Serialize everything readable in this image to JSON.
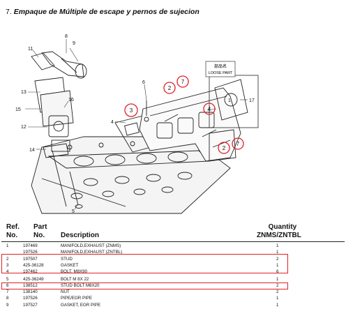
{
  "page": {
    "section_number": "7.",
    "section_title": "Empaque de Múltiple de escape y pernos de sujecion"
  },
  "diagram": {
    "callout_labels": [
      "1",
      "2",
      "3",
      "4",
      "5",
      "6",
      "7",
      "8",
      "9",
      "11",
      "12",
      "13",
      "14",
      "15",
      "16",
      "17"
    ],
    "circled_callouts": [
      "2",
      "7",
      "3",
      "4",
      "2",
      "7"
    ],
    "inset_label_line1": "部品名",
    "inset_label_line2": "LOOSE PART"
  },
  "table": {
    "headers": {
      "ref_line1": "Ref.",
      "ref_line2": "No.",
      "part_line1": "Part",
      "part_line2": "No.",
      "description": "Description",
      "qty_line1": "Quantity",
      "qty_line2": "ZNMS/ZNTBL"
    },
    "rows": [
      {
        "ref": "1",
        "part": "197469",
        "desc": "MANIFOLD,EXHAUST (ZNMS)",
        "qty": "1"
      },
      {
        "ref": "",
        "part": "197526",
        "desc": "MANIFOLD,EXHAUST (ZNTBL)",
        "qty": "1"
      },
      {
        "ref": "2",
        "part": "197507",
        "desc": "STUD",
        "qty": "2"
      },
      {
        "ref": "3",
        "part": "425-36128",
        "desc": "GASKET",
        "qty": "1"
      },
      {
        "ref": "4",
        "part": "197462",
        "desc": "BOLT, M8X90",
        "qty": "6"
      },
      {
        "ref": "5",
        "part": "425-36249",
        "desc": "BOLT M 8X 22",
        "qty": "1"
      },
      {
        "ref": "6",
        "part": "138512",
        "desc": "STUD BOLT M8X20",
        "qty": "2"
      },
      {
        "ref": "7",
        "part": "138140",
        "desc": "NUT",
        "qty": "2"
      },
      {
        "ref": "8",
        "part": "197526",
        "desc": "PIPE/EGR PIPE",
        "qty": "1"
      },
      {
        "ref": "9",
        "part": "197527",
        "desc": "GASKET, EGR PIPE",
        "qty": "1"
      }
    ]
  },
  "colors": {
    "highlight": "#e0202a",
    "ink": "#111111"
  }
}
